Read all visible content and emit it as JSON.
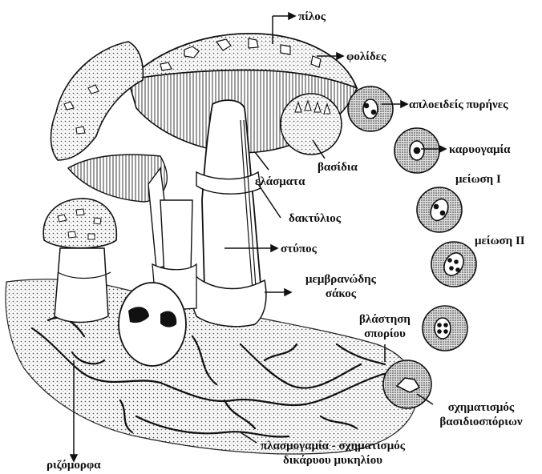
{
  "labels": {
    "pilos": "πίλος",
    "folides": "φολίδες",
    "aploeideis": "απλοειδείς πυρήνες",
    "karyogamia": "καρυογαμία",
    "meiosi1": "μείωση Ι",
    "meiosi2": "μείωση ΙΙ",
    "elasmata": "ελάσματα",
    "basidia": "βασίδια",
    "daktylios": "δακτύλιος",
    "stypos": "στύπος",
    "membranodis_line1": "μεμβρανώδης",
    "membranodis_line2": "σάκος",
    "blastisi_line1": "βλάστηση",
    "blastisi_line2": "σπορίου",
    "schimatismos_line1": "σχηματισμός",
    "schimatismos_line2": "βασιδιοσπόριων",
    "plasmogamia_line1": "πλασμογαμία - σχηματισμός",
    "plasmogamia_line2": "δικάρυου μυκηλίου",
    "rizomorfa": "ριζόμορφα"
  },
  "colors": {
    "ink": "#111111",
    "paper": "#ffffff",
    "stipple": "#9a9a9a"
  }
}
